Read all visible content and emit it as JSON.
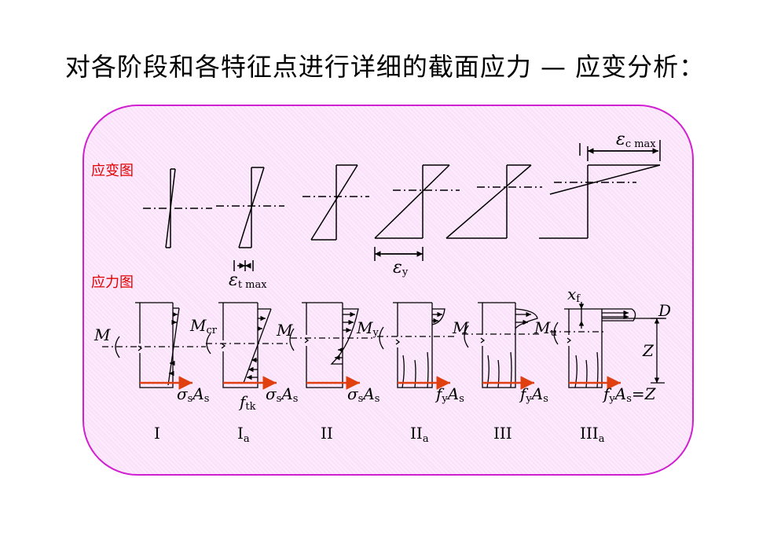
{
  "title": "对各阶段和各特征点进行详细的截面应力 — 应变分析：",
  "panel": {
    "strain_label": "应变图",
    "stress_label": "应力图"
  },
  "colors": {
    "panel_border": "#d020d0",
    "panel_fill": "#fbe2fb",
    "label_red": "#e00000",
    "force_arrow": "#e04010"
  },
  "symbols": {
    "eps": "ε",
    "eps_c_max_sub": "c max",
    "eps_t_max_sub": "t max",
    "eps_y_sub": "y",
    "M": "M",
    "cr_sub": "cr",
    "y_sub": "y",
    "u_sub": "u",
    "x": "x",
    "f_sub": "f",
    "D": "D",
    "Z": "Z",
    "sigma": "σ",
    "s_sub": "s",
    "A": "A",
    "f": "f",
    "tk_sub": "tk",
    "eq_Z": "=Z"
  },
  "stages": [
    {
      "roman": "I",
      "sub": ""
    },
    {
      "roman": "I",
      "sub": "a"
    },
    {
      "roman": "II",
      "sub": ""
    },
    {
      "roman": "II",
      "sub": "a"
    },
    {
      "roman": "III",
      "sub": ""
    },
    {
      "roman": "III",
      "sub": "a"
    }
  ]
}
